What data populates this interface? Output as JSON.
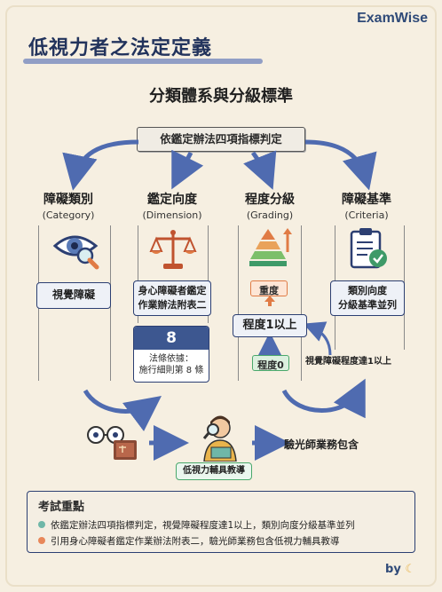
{
  "brand": "ExamWise",
  "title": "低視力者之法定定義",
  "subtitle": "分類體系與分級標準",
  "root": "依鑑定辦法四項指標判定",
  "columns": [
    {
      "zh": "障礙類別",
      "en": "(Category)",
      "value": "視覺障礙",
      "icon": "eye-magnifier-icon"
    },
    {
      "zh": "鑑定向度",
      "en": "(Dimension)",
      "value": "身心障礙者鑑定\n作業辦法附表二",
      "icon": "scales-icon"
    },
    {
      "zh": "程度分級",
      "en": "(Grading)",
      "value": "程度1以上",
      "icon": "pyramid-icon"
    },
    {
      "zh": "障礙基準",
      "en": "(Criteria)",
      "value": "類別向度\n分級基準並列",
      "icon": "clipboard-check-icon"
    }
  ],
  "dimension_value_line1": "身心障礙者鑑定",
  "dimension_value_line2": "作業辦法附表二",
  "criteria_value_line1": "類別向度",
  "criteria_value_line2": "分級基準並列",
  "law": {
    "number": "8",
    "line1": "法條依據：",
    "line2": "施行細則第 8 條"
  },
  "grading": {
    "top": "重度",
    "main": "程度1以上",
    "bottom": "程度0",
    "note": "視覺障礙程度達1以上"
  },
  "flow": {
    "person_label": "低視力輔具教導",
    "result": "驗光師業務包含"
  },
  "notes": {
    "heading": "考試重點",
    "items": [
      {
        "text": "依鑑定辦法四項指標判定，視覺障礙程度達1以上，類別向度分級基準並列",
        "color": "#6fb7a8"
      },
      {
        "text": "引用身心障礙者鑑定作業辦法附表二，驗光師業務包含低視力輔具教導",
        "color": "#e8875a"
      }
    ]
  },
  "by": "by",
  "colors": {
    "navy": "#2c3f72",
    "accent": "#4f6bb0",
    "green": "#4aa86b",
    "orange": "#e07b45"
  }
}
